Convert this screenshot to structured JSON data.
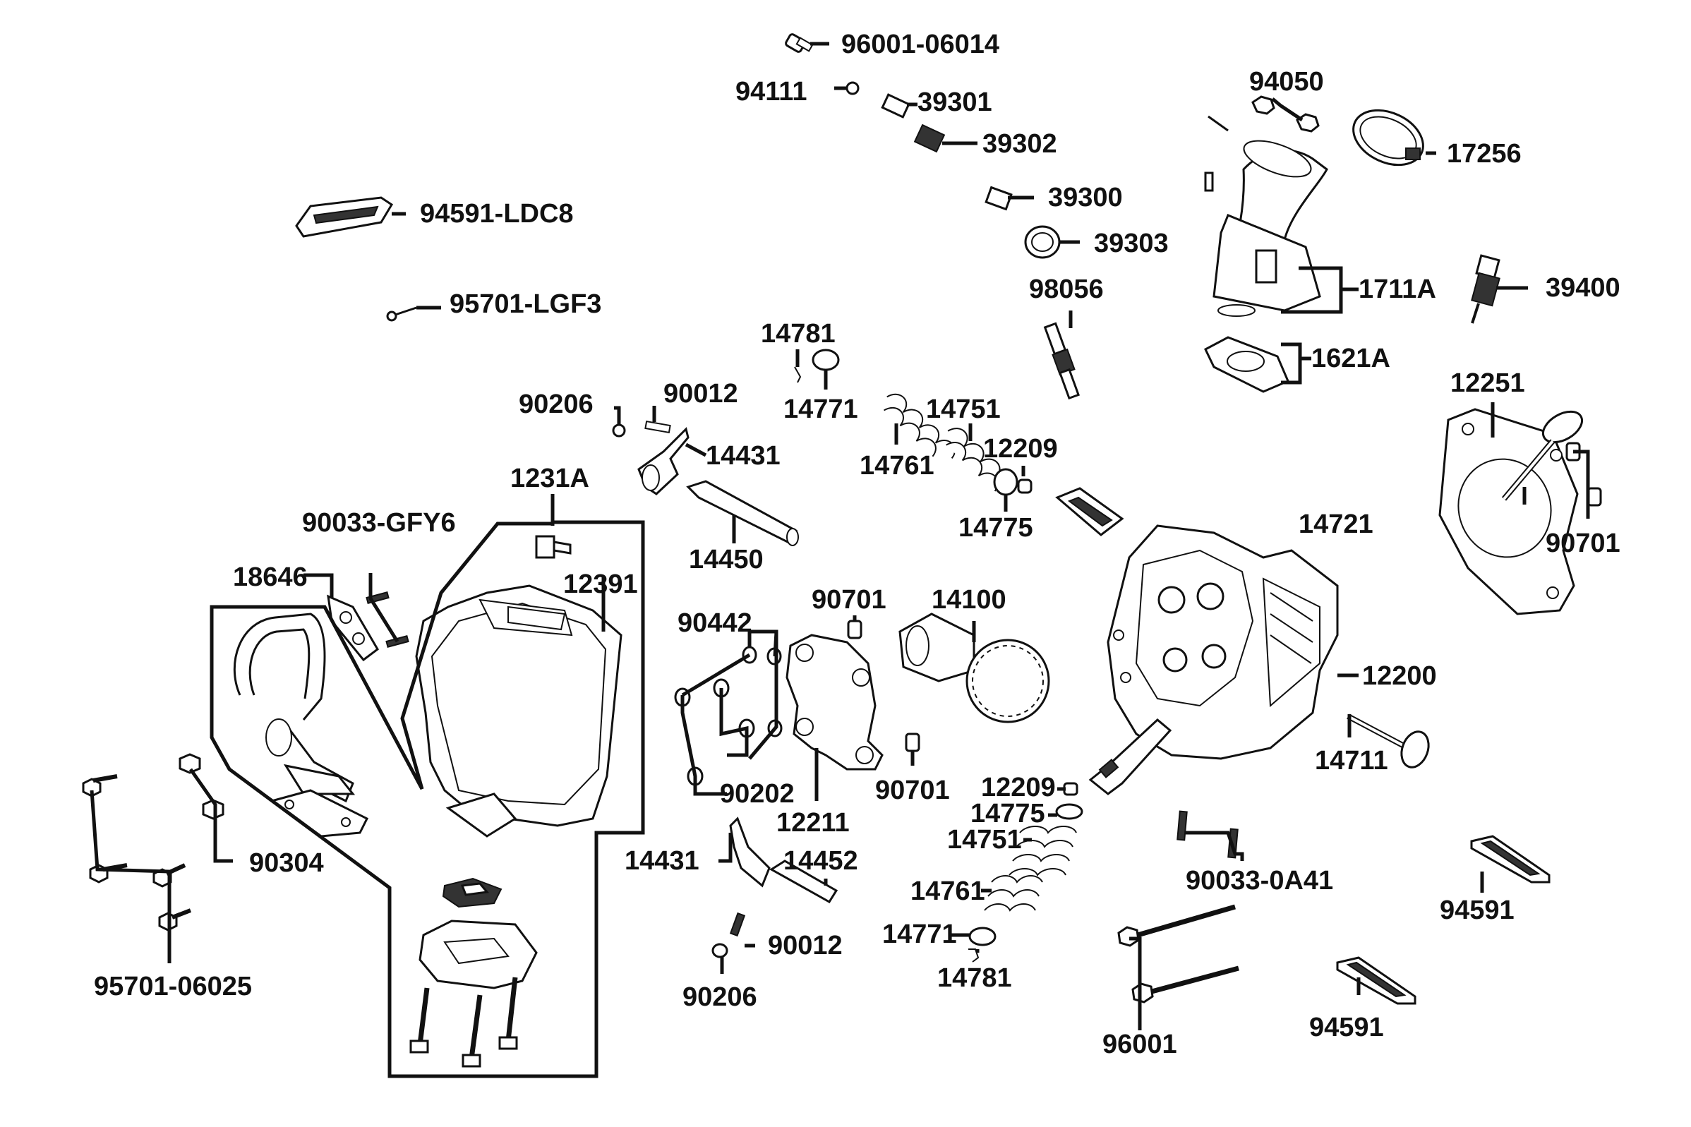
{
  "labels": {
    "p96001_06014": "96001-06014",
    "p94111": "94111",
    "p39301": "39301",
    "p39302": "39302",
    "p94050": "94050",
    "p17256": "17256",
    "p94591_ldc8": "94591-LDC8",
    "p39300": "39300",
    "p39303": "39303",
    "p1711a": "1711A",
    "p39400": "39400",
    "p98056": "98056",
    "p95701_lgf3": "95701-LGF3",
    "p14781_top": "14781",
    "p1621a": "1621A",
    "p12251": "12251",
    "p90206_top": "90206",
    "p90012_top": "90012",
    "p14771_top": "14771",
    "p14751_top": "14751",
    "p14431_top": "14431",
    "p12209_top": "12209",
    "p14761_top": "14761",
    "p1231a": "1231A",
    "p14775_top": "14775",
    "p14721": "14721",
    "p90701_right": "90701",
    "p90033_gfy6": "90033-GFY6",
    "p14450": "14450",
    "p18646": "18646",
    "p12391": "12391",
    "p90701_mid": "90701",
    "p14100": "14100",
    "p90442": "90442",
    "p12200": "12200",
    "p14711": "14711",
    "p90202": "90202",
    "p90701_low": "90701",
    "p12209_low": "12209",
    "p12211": "12211",
    "p14775_low": "14775",
    "p90304": "90304",
    "p14751_low": "14751",
    "p14431_low": "14431",
    "p14452": "14452",
    "p90033_0a41": "90033-0A41",
    "p94591_a": "94591",
    "p14761_low": "14761",
    "p14771_low": "14771",
    "p90012_low": "90012",
    "p14781_low": "14781",
    "p95701_06025": "95701-06025",
    "p90206_low": "90206",
    "p96001": "96001",
    "p94591_b": "94591"
  }
}
